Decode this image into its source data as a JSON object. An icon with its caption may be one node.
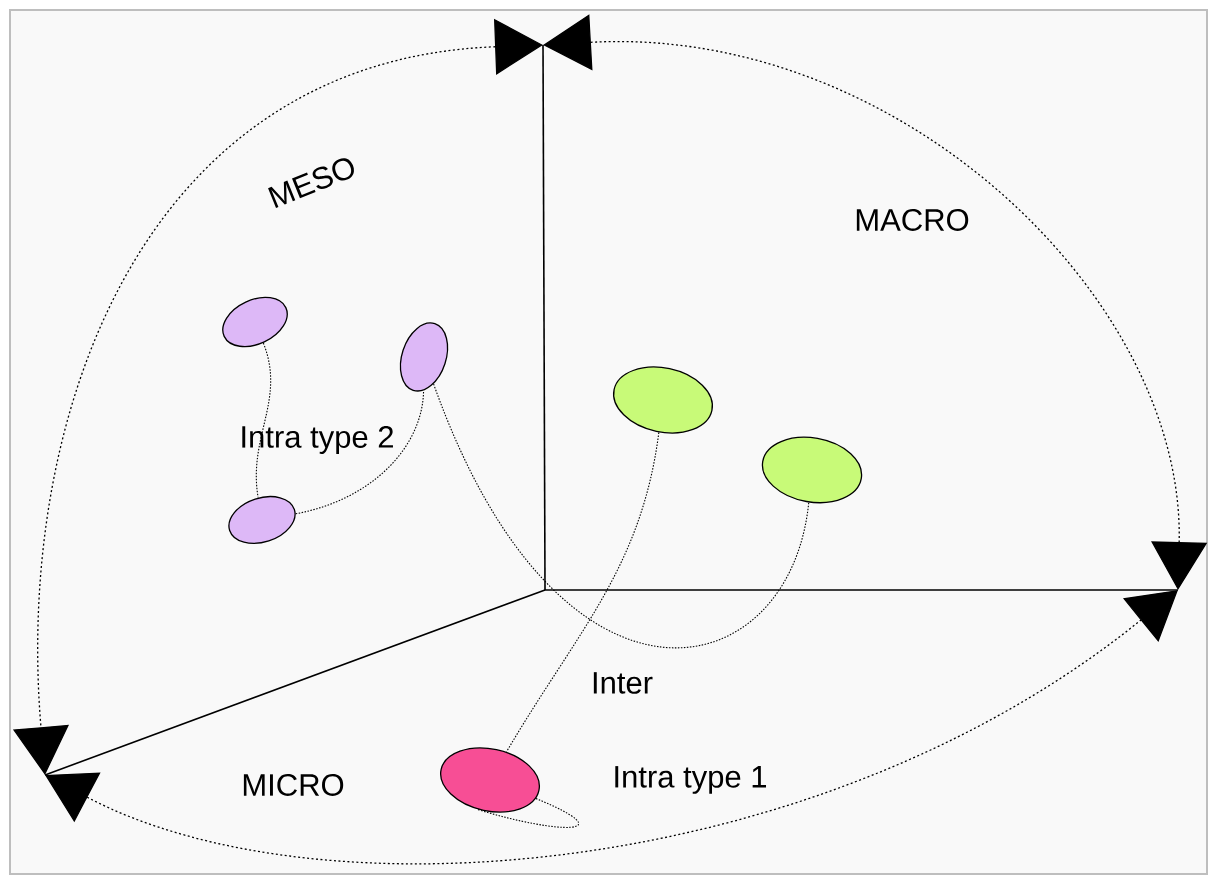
{
  "diagram": {
    "nodes": [
      {
        "text": [],
        "shape": "ellipse"
      },
      {
        "text": [],
        "shape": "ellipse"
      },
      {
        "text": [],
        "shape": "ellipse"
      },
      {
        "text": [],
        "shape": "ellipse"
      },
      {
        "text": [],
        "shape": "ellipse"
      },
      {
        "text": [],
        "shape": "ellipse"
      }
    ],
    "edges": [
      {
        "from": 0,
        "to": 4,
        "arrow": "none"
      },
      {
        "from": 4,
        "to": 1,
        "arrow": "none"
      },
      {
        "from": 1,
        "to": 3,
        "arrow": "none"
      },
      {
        "from": 2,
        "to": 5,
        "arrow": "none"
      },
      {
        "from": 5,
        "to": 5,
        "arrow": "none"
      }
    ],
    "labels": [
      "MESO",
      "MACRO",
      "Intra type 2",
      "Inter",
      "MICRO",
      "Intra type 1"
    ]
  }
}
